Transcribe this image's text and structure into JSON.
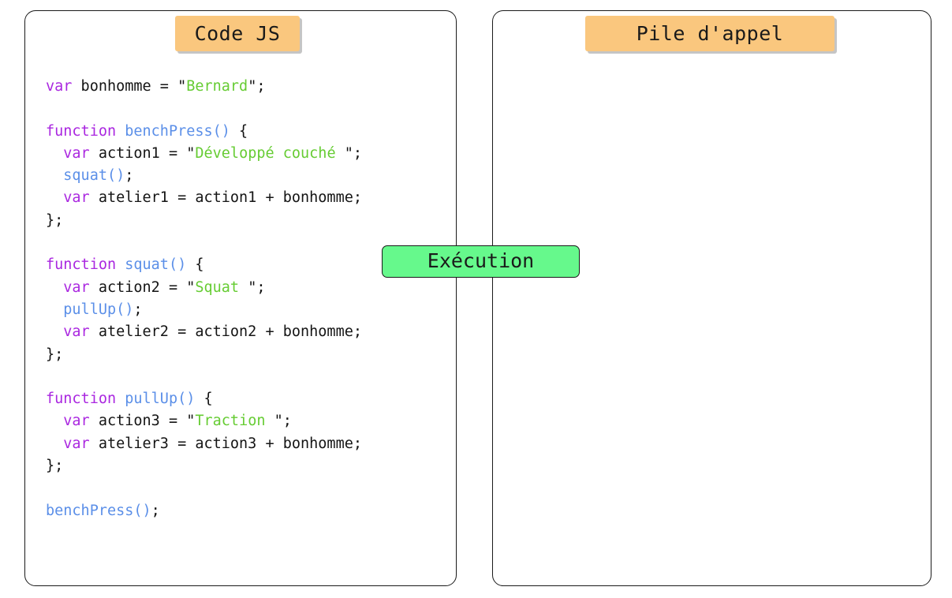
{
  "panels": {
    "code": {
      "title": "Code JS"
    },
    "stack": {
      "title": "Pile d'appel",
      "items": []
    }
  },
  "execution_badge": {
    "label": "Exécution"
  },
  "colors": {
    "header_badge_bg": "#fac77e",
    "execution_badge_bg": "#66f98c",
    "panel_border": "#1a1a1a",
    "keyword": "#aa27e0",
    "function": "#5b8fe8",
    "string": "#66cc33",
    "plain": "#141414",
    "background": "#ffffff"
  },
  "code": {
    "language": "javascript",
    "lines": [
      {
        "tokens": [
          {
            "t": "var",
            "c": "kw"
          },
          {
            "t": " bonhomme = ",
            "c": "pl"
          },
          {
            "t": "\"",
            "c": "pl"
          },
          {
            "t": "Bernard",
            "c": "str"
          },
          {
            "t": "\";",
            "c": "pl"
          }
        ]
      },
      {
        "tokens": []
      },
      {
        "tokens": [
          {
            "t": "function",
            "c": "kw"
          },
          {
            "t": " ",
            "c": "pl"
          },
          {
            "t": "benchPress()",
            "c": "fn"
          },
          {
            "t": " {",
            "c": "pl"
          }
        ]
      },
      {
        "tokens": [
          {
            "t": "  ",
            "c": "pl"
          },
          {
            "t": "var",
            "c": "kw"
          },
          {
            "t": " action1 = ",
            "c": "pl"
          },
          {
            "t": "\"",
            "c": "pl"
          },
          {
            "t": "Développé couché ",
            "c": "str"
          },
          {
            "t": "\";",
            "c": "pl"
          }
        ]
      },
      {
        "tokens": [
          {
            "t": "  ",
            "c": "pl"
          },
          {
            "t": "squat()",
            "c": "fn"
          },
          {
            "t": ";",
            "c": "pl"
          }
        ]
      },
      {
        "tokens": [
          {
            "t": "  ",
            "c": "pl"
          },
          {
            "t": "var",
            "c": "kw"
          },
          {
            "t": " atelier1 = action1 + bonhomme;",
            "c": "pl"
          }
        ]
      },
      {
        "tokens": [
          {
            "t": "};",
            "c": "pl"
          }
        ]
      },
      {
        "tokens": []
      },
      {
        "tokens": [
          {
            "t": "function",
            "c": "kw"
          },
          {
            "t": " ",
            "c": "pl"
          },
          {
            "t": "squat()",
            "c": "fn"
          },
          {
            "t": " {",
            "c": "pl"
          }
        ]
      },
      {
        "tokens": [
          {
            "t": "  ",
            "c": "pl"
          },
          {
            "t": "var",
            "c": "kw"
          },
          {
            "t": " action2 = ",
            "c": "pl"
          },
          {
            "t": "\"",
            "c": "pl"
          },
          {
            "t": "Squat ",
            "c": "str"
          },
          {
            "t": "\";",
            "c": "pl"
          }
        ]
      },
      {
        "tokens": [
          {
            "t": "  ",
            "c": "pl"
          },
          {
            "t": "pullUp()",
            "c": "fn"
          },
          {
            "t": ";",
            "c": "pl"
          }
        ]
      },
      {
        "tokens": [
          {
            "t": "  ",
            "c": "pl"
          },
          {
            "t": "var",
            "c": "kw"
          },
          {
            "t": " atelier2 = action2 + bonhomme;",
            "c": "pl"
          }
        ]
      },
      {
        "tokens": [
          {
            "t": "};",
            "c": "pl"
          }
        ]
      },
      {
        "tokens": []
      },
      {
        "tokens": [
          {
            "t": "function",
            "c": "kw"
          },
          {
            "t": " ",
            "c": "pl"
          },
          {
            "t": "pullUp()",
            "c": "fn"
          },
          {
            "t": " {",
            "c": "pl"
          }
        ]
      },
      {
        "tokens": [
          {
            "t": "  ",
            "c": "pl"
          },
          {
            "t": "var",
            "c": "kw"
          },
          {
            "t": " action3 = ",
            "c": "pl"
          },
          {
            "t": "\"",
            "c": "pl"
          },
          {
            "t": "Traction ",
            "c": "str"
          },
          {
            "t": "\";",
            "c": "pl"
          }
        ]
      },
      {
        "tokens": [
          {
            "t": "  ",
            "c": "pl"
          },
          {
            "t": "var",
            "c": "kw"
          },
          {
            "t": " atelier3 = action3 + bonhomme;",
            "c": "pl"
          }
        ]
      },
      {
        "tokens": [
          {
            "t": "};",
            "c": "pl"
          }
        ]
      },
      {
        "tokens": []
      },
      {
        "tokens": [
          {
            "t": "benchPress()",
            "c": "fn"
          },
          {
            "t": ";",
            "c": "pl"
          }
        ]
      }
    ]
  }
}
